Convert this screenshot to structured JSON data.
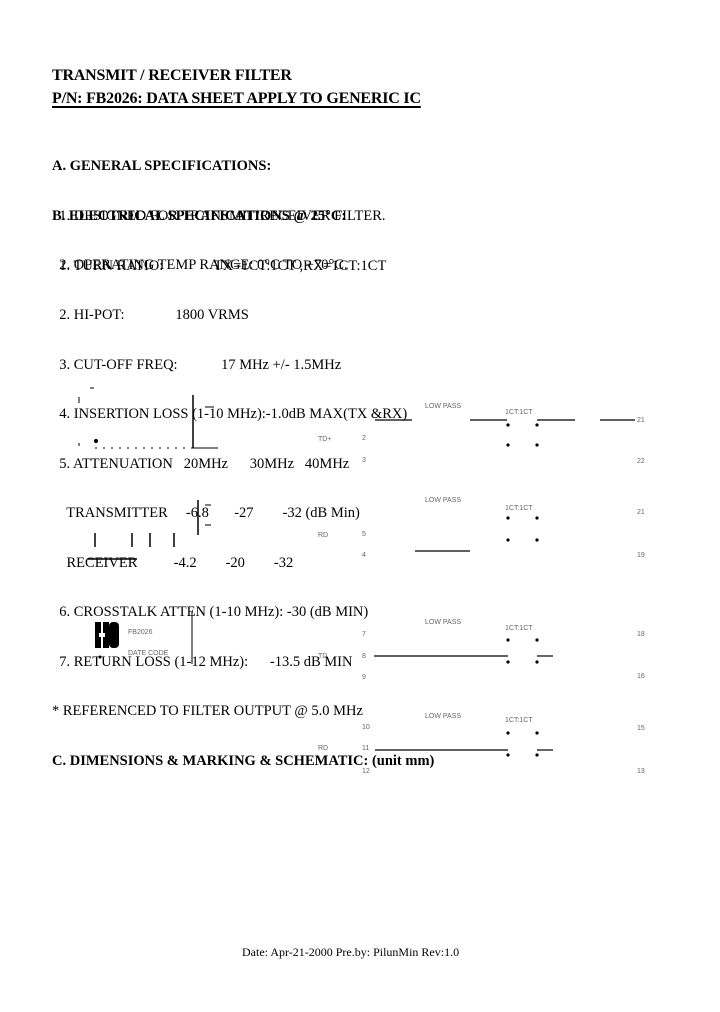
{
  "header": {
    "title": "TRANSMIT / RECEIVER FILTER",
    "subtitle": "P/N: FB2026: DATA SHEET APPLY TO GENERIC IC"
  },
  "sections": {
    "general": {
      "heading": "A. GENERAL SPECIFICATIONS:",
      "items": [
        "  1. DESIGNED FOR TRANSMIT/RECEIVER FILTER.",
        "  2. OPERATING TEMP RANGE: 0°C TO +70°C."
      ]
    },
    "electrical": {
      "heading": "B. ELECTRICAL SPECIFICATIONS @ 25°C:",
      "items": [
        "  1. TURN RATIO:              TX=1CT:1CT ,RX=1CT:1CT",
        "  2. HI-POT:              1800 VRMS",
        "  3. CUT-OFF FREQ:            17 MHz +/- 1.5MHz",
        "  4. INSERTION LOSS (1-10 MHz):-1.0dB MAX(TX &RX)",
        "  5. ATTENUATION   20MHz      30MHz   40MHz",
        "    TRANSMITTER     -6.8       -27        -32 (dB Min)",
        "    RECEIVER          -4.2        -20        -32",
        "  6. CROSSTALK ATTEN (1-10 MHz): -30 (dB MIN)",
        "  7. RETURN LOSS (1-12 MHz):      -13.5 dB MIN"
      ],
      "note": "* REFERENCED TO FILTER OUTPUT @ 5.0 MHz"
    },
    "dimensions": {
      "heading": "C. DIMENSIONS & MARKING & SCHEMATIC: (unit mm)"
    }
  },
  "drawing": {
    "marking": {
      "logo": "HB",
      "line1": "FB2026",
      "line2": "DATE CODE"
    },
    "schematic": {
      "turn_ratio_label": "1CT:1CT",
      "filter_label": "LOW PASS",
      "channels": [
        {
          "name": "TD+",
          "in_pins": [
            "2",
            "3"
          ],
          "out_pins": [
            "21",
            "22"
          ]
        },
        {
          "name": "RD",
          "in_pins": [
            "5",
            "4"
          ],
          "out_pins": [
            "21",
            "19"
          ]
        },
        {
          "name": "TD",
          "in_pins": [
            "7",
            "8",
            "9"
          ],
          "out_pins": [
            "18",
            "16"
          ]
        },
        {
          "name": "RD",
          "in_pins": [
            "10",
            "11",
            "12"
          ],
          "out_pins": [
            "15",
            "13"
          ]
        }
      ]
    }
  },
  "footer": {
    "text": "Date: Apr-21-2000  Pre.by: PilunMin  Rev:1.0"
  }
}
